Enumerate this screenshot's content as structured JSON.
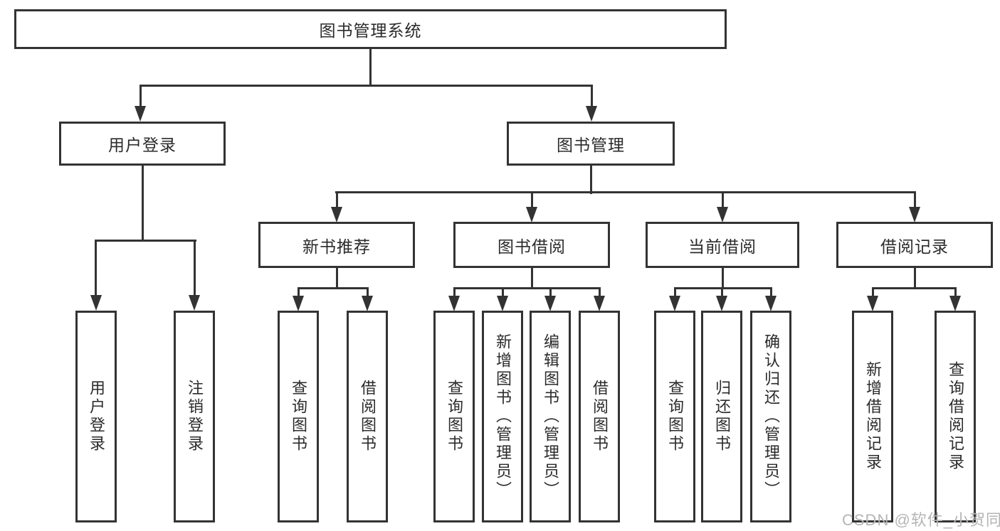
{
  "tree": {
    "root": "图书管理系统",
    "children": [
      {
        "label": "用户登录",
        "children": [
          {
            "label": "用户登录"
          },
          {
            "label": "注销登录"
          }
        ]
      },
      {
        "label": "图书管理",
        "children": [
          {
            "label": "新书推荐",
            "children": [
              {
                "label": "查询图书"
              },
              {
                "label": "借阅图书"
              }
            ]
          },
          {
            "label": "图书借阅",
            "children": [
              {
                "label": "查询图书"
              },
              {
                "label": "新增图书（管理员）"
              },
              {
                "label": "编辑图书（管理员）"
              },
              {
                "label": "借阅图书"
              }
            ]
          },
          {
            "label": "当前借阅",
            "children": [
              {
                "label": "查询图书"
              },
              {
                "label": "归还图书"
              },
              {
                "label": "确认归还（管理员）"
              }
            ]
          },
          {
            "label": "借阅记录",
            "children": [
              {
                "label": "新增借阅记录"
              },
              {
                "label": "查询借阅记录"
              }
            ]
          }
        ]
      }
    ]
  },
  "watermark": {
    "text": "CSDN @软件_小贺同学"
  },
  "colors": {
    "line": "#333333",
    "text": "#2b2b2b",
    "background": "#ffffff",
    "watermark": "#b5b5b5"
  }
}
